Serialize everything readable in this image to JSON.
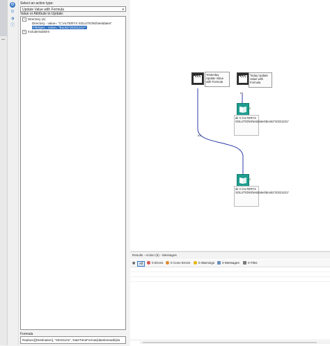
{
  "config": {
    "select_action_label": "Select an action type:",
    "action_value": "Update Value with Formula",
    "value_attr_label": "Value or Attribute to Update:",
    "tree": [
      {
        "label": "Directory (4)",
        "level": 0,
        "expander": "−"
      },
      {
        "label": "Directory - value= \"C:\\ALTERYX SOLUTIONS\\testdates\"",
        "level": 1,
        "expander": ""
      },
      {
        "label": "FileSpec - value= \"Book2*20221101*\"",
        "level": 1,
        "expander": "",
        "selected": true
      },
      {
        "label": "IncludeSubDirs",
        "level": 0,
        "expander": "+"
      }
    ],
    "formula_label": "Formula",
    "formula_value": "Replace([Destination], \"20221101\", DateTimeFormat(datetimeadd(da"
  },
  "canvas": {
    "tools": [
      {
        "id": "yesterday",
        "label": "Yesterday Update Value with Formula"
      },
      {
        "id": "today",
        "label": "Today Update Value with Formula"
      },
      {
        "id": "input1",
        "label": "dir C:\\ALTERYX SOLUTIONS\\testdates\\Book2*20221101*",
        "badge": "9"
      },
      {
        "id": "input2",
        "label": "dir C:\\ALTERYX SOLUTIONS\\testdates\\Book2*20221101*",
        "badge": "9"
      }
    ],
    "anchors": [
      "#1",
      "#1"
    ]
  },
  "results": {
    "header": "Results - Action (5) - Messages",
    "buttons": [
      {
        "label": "All",
        "color": "#3a78c2"
      },
      {
        "label": "0 Errors",
        "color": "#d9534f"
      },
      {
        "label": "0 Conv Errors",
        "color": "#e08a2c"
      },
      {
        "label": "0 Warnings",
        "color": "#e6b300"
      },
      {
        "label": "0 Messages",
        "color": "#6a8fbf"
      },
      {
        "label": "0 Files",
        "color": "#7a7a7a"
      }
    ]
  }
}
